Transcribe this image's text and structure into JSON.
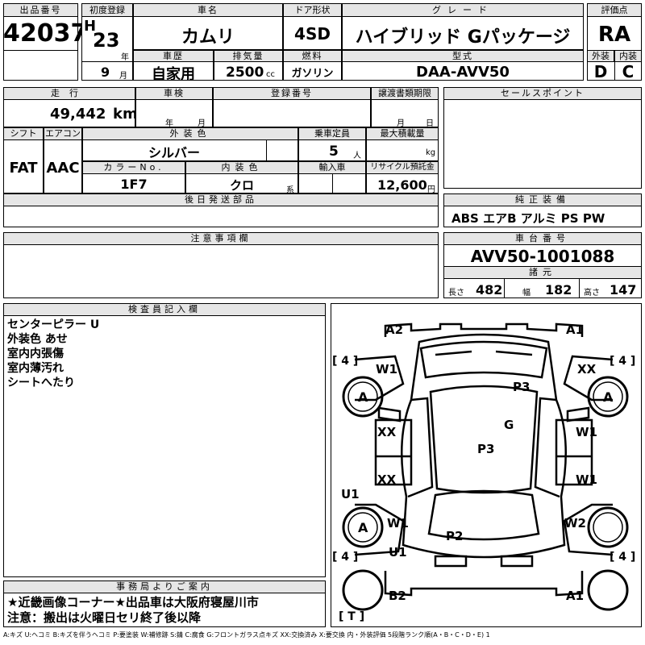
{
  "lot": {
    "label": "出品番号",
    "value": "42037"
  },
  "first_reg": {
    "label": "初度登録",
    "era": "H",
    "year": "23",
    "year_unit": "年",
    "month": "9",
    "month_unit": "月"
  },
  "car_name": {
    "label": "車名",
    "value": "カムリ"
  },
  "door": {
    "label": "ドア形状",
    "value": "4SD"
  },
  "grade": {
    "label": "グレード",
    "value": "ハイブリッド Gパッケージ"
  },
  "score": {
    "label": "評価点",
    "value": "RA"
  },
  "history": {
    "label": "車歴",
    "value": "自家用"
  },
  "displacement": {
    "label": "排気量",
    "value": "2500",
    "unit": "cc"
  },
  "fuel": {
    "label": "燃料",
    "value": "ガソリン"
  },
  "model": {
    "label": "型式",
    "value": "DAA-AVV50"
  },
  "exterior_grade": {
    "label": "外装",
    "value": "D"
  },
  "interior_grade": {
    "label": "内装",
    "value": "C"
  },
  "mileage": {
    "label": "走行",
    "value": "49,442",
    "unit": "km"
  },
  "inspection": {
    "label": "車検",
    "year_unit": "年",
    "month_unit": "月"
  },
  "reg_no": {
    "label": "登録番号"
  },
  "transfer": {
    "label": "譲渡書類期限",
    "month_unit": "月",
    "day_unit": "日"
  },
  "sales_point": {
    "label": "セールスポイント"
  },
  "shift": {
    "label": "シフト",
    "value": "FAT"
  },
  "ac": {
    "label": "エアコン",
    "value": "AAC"
  },
  "ext_color": {
    "label": "外装色",
    "value": "シルバー"
  },
  "capacity": {
    "label": "乗車定員",
    "value": "5",
    "unit": "人"
  },
  "max_load": {
    "label": "最大積載量",
    "unit": "kg"
  },
  "color_no": {
    "label": "カラーNo.",
    "value": "1F7"
  },
  "int_color": {
    "label": "内装色",
    "value": "クロ",
    "unit": "系"
  },
  "import": {
    "label": "輸入車"
  },
  "recycle": {
    "label": "リサイクル預託金",
    "value": "12,600",
    "unit": "円"
  },
  "later_parts": {
    "label": "後日発送部品"
  },
  "equipment": {
    "label": "純正装備",
    "value": "ABS エアB アルミ PS PW"
  },
  "notes_field": {
    "label": "注意事項欄"
  },
  "chassis": {
    "label": "車台番号",
    "value": "AVV50-1001088"
  },
  "specs": {
    "label": "諸元",
    "length_label": "長さ",
    "length": "482",
    "width_label": "幅",
    "width": "182",
    "height_label": "高さ",
    "height": "147"
  },
  "inspector": {
    "label": "検査員記入欄",
    "lines": [
      "センターピラー U",
      "外装色 あせ",
      "室内内張傷",
      "室内薄汚れ",
      "シートへたり"
    ]
  },
  "office": {
    "label": "事務局よりご案内",
    "lines": [
      "★近畿画像コーナー★出品車は大阪府寝屋川市",
      "注意：搬出は火曜日セリ終了後以降"
    ]
  },
  "diagram": {
    "marks": [
      "A2",
      "A1",
      "W1",
      "XX",
      "A",
      "A",
      "P3",
      "G",
      "XX",
      "P3",
      "W1",
      "XX",
      "W1",
      "U1",
      "A",
      "W1",
      "W2",
      "P2",
      "U1",
      "B2",
      "A1"
    ],
    "tire_left_top": "[ 4 ]",
    "tire_right_top": "[ 4 ]",
    "tire_left_bottom": "[ 4 ]",
    "tire_right_bottom": "[ 4 ]",
    "trunk": "[ T ]"
  },
  "legend": "A:キズ U:ヘコミ B:キズを伴うヘコミ P:要塗装 W:補修跡 S:錆 C:腐食 G:フロントガラス点キズ XX:交換済み X:要交換 内・外装評価 5段階ランク順(A・B・C・D・E) 1"
}
